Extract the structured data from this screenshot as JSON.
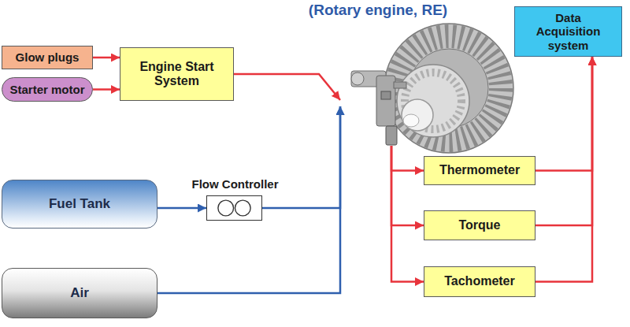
{
  "diagram": {
    "nodes": [
      {
        "text": [
          "Glow plugs"
        ]
      },
      {
        "text": [
          "Starter motor"
        ]
      },
      {
        "text": [
          "Engine Start System"
        ]
      },
      {
        "text": [
          "(Rotary engine, RE)"
        ]
      },
      {
        "text": [
          "Data Acquisition system"
        ]
      },
      {
        "text": [
          "Flow Controller"
        ]
      },
      {
        "text": [
          "Fuel Tank"
        ]
      },
      {
        "text": [
          "Thermometer"
        ]
      },
      {
        "text": [
          "Torque"
        ]
      },
      {
        "text": [
          "Air"
        ]
      },
      {
        "text": [
          "Tachometer"
        ]
      }
    ],
    "edges": [
      {
        "from": 0,
        "to": 2,
        "arrow": "to"
      },
      {
        "from": 1,
        "to": 2,
        "arrow": "to"
      },
      {
        "from": 2,
        "to": 3,
        "arrow": "to"
      },
      {
        "from": 6,
        "to": 5,
        "arrow": "to"
      },
      {
        "from": 5,
        "to": 3,
        "arrow": "to"
      },
      {
        "from": 9,
        "to": 3,
        "arrow": "to"
      },
      {
        "from": 3,
        "to": 7,
        "arrow": "to"
      },
      {
        "from": 3,
        "to": 8,
        "arrow": "to"
      },
      {
        "from": 3,
        "to": 10,
        "arrow": "to"
      },
      {
        "from": 7,
        "to": 4,
        "arrow": "to"
      },
      {
        "from": 8,
        "to": 4,
        "arrow": "to"
      },
      {
        "from": 10,
        "to": 4,
        "arrow": "to"
      }
    ]
  }
}
